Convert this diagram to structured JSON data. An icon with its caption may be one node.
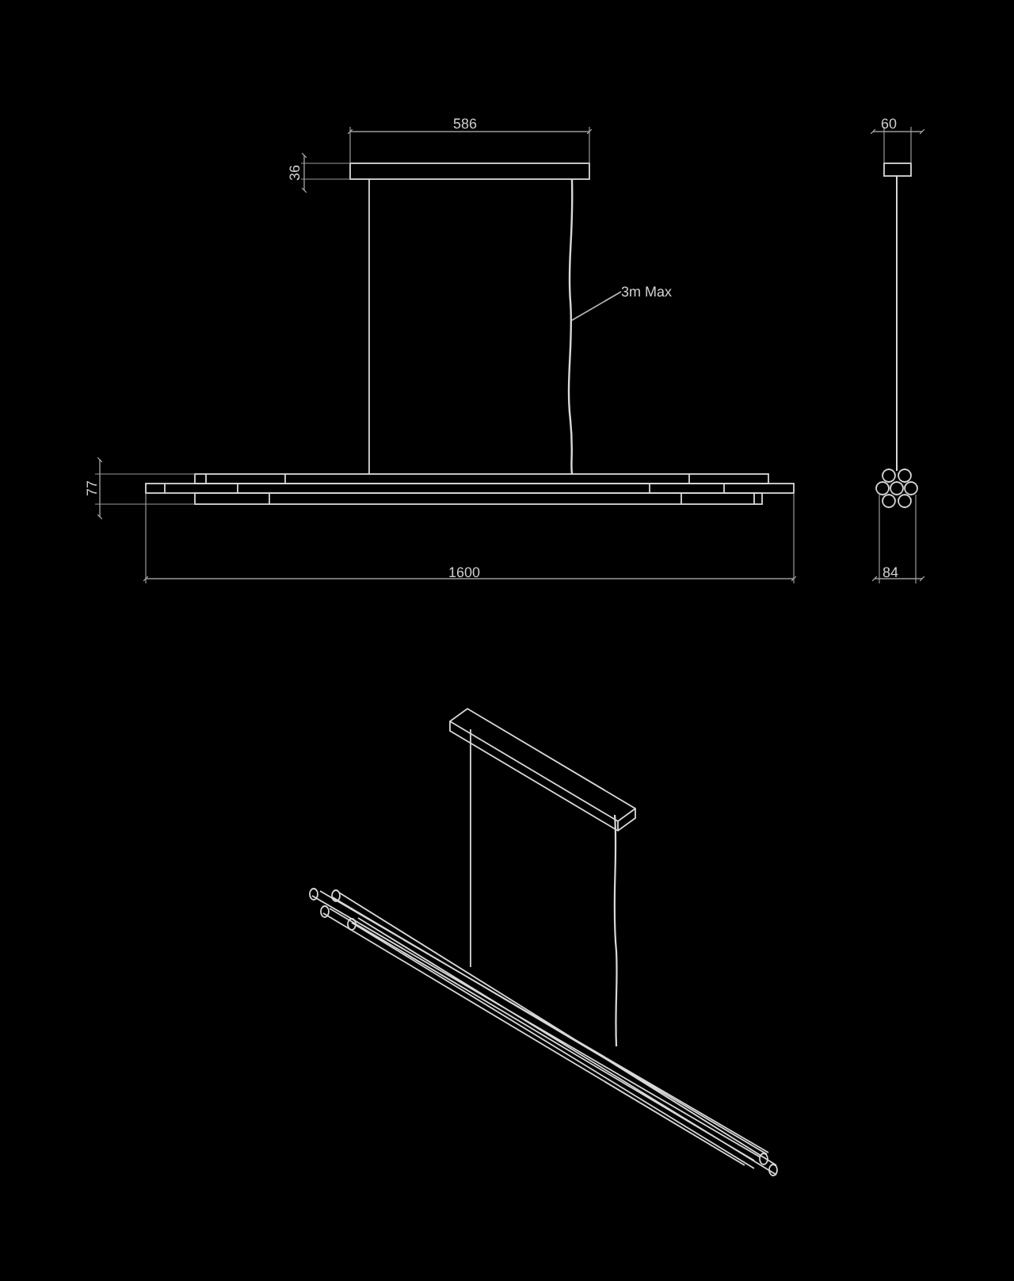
{
  "diagram": {
    "nodes": [
      {
        "text": [
          "3m Max"
        ]
      },
      {
        "text": [],
        "shape": "cable"
      }
    ],
    "edges": [
      {
        "from": 0,
        "to": 1,
        "arrow": "none"
      }
    ],
    "labels": [
      "586",
      "36",
      "60",
      "77",
      "1600",
      "84"
    ]
  }
}
